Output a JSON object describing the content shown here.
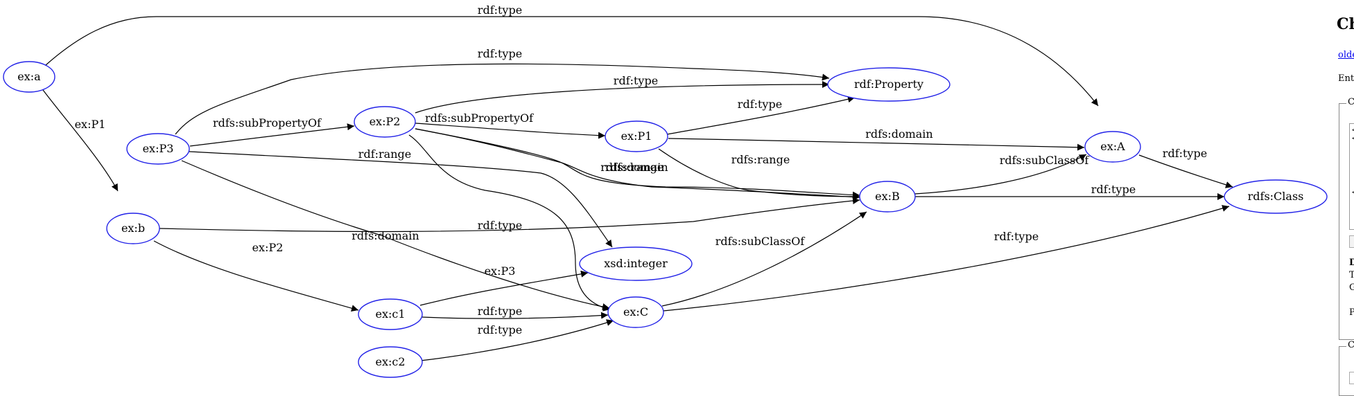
{
  "graph": {
    "nodes": [
      {
        "id": "a",
        "label": "ex:a"
      },
      {
        "id": "b",
        "label": "ex:b"
      },
      {
        "id": "P3",
        "label": "ex:P3"
      },
      {
        "id": "P2",
        "label": "ex:P2"
      },
      {
        "id": "P1",
        "label": "ex:P1"
      },
      {
        "id": "Property",
        "label": "rdf:Property"
      },
      {
        "id": "integer",
        "label": "xsd:integer"
      },
      {
        "id": "c1",
        "label": "ex:c1"
      },
      {
        "id": "c2",
        "label": "ex:c2"
      },
      {
        "id": "C",
        "label": "ex:C"
      },
      {
        "id": "B",
        "label": "ex:B"
      },
      {
        "id": "A",
        "label": "ex:A"
      },
      {
        "id": "Class",
        "label": "rdfs:Class"
      }
    ],
    "edges": [
      {
        "from": "a",
        "to": "A",
        "label": "rdf:type"
      },
      {
        "from": "a",
        "to": "b",
        "label": "ex:P1"
      },
      {
        "from": "P3",
        "to": "Property",
        "label": "rdf:type"
      },
      {
        "from": "P2",
        "to": "Property",
        "label": "rdf:type"
      },
      {
        "from": "P1",
        "to": "Property",
        "label": "rdf:type"
      },
      {
        "from": "P3",
        "to": "P2",
        "label": "rdfs:subPropertyOf"
      },
      {
        "from": "P2",
        "to": "P1",
        "label": "rdfs:subPropertyOf"
      },
      {
        "from": "P3",
        "to": "integer",
        "label": "rdf:range"
      },
      {
        "from": "P2",
        "to": "integer",
        "label": "rdfs:range"
      },
      {
        "from": "P2",
        "to": "B",
        "label": "rdfs:domain"
      },
      {
        "from": "P2",
        "to": "C",
        "label": ""
      },
      {
        "from": "P3",
        "to": "C",
        "label": "rdfs:domain"
      },
      {
        "from": "P1",
        "to": "A",
        "label": "rdfs:domain"
      },
      {
        "from": "P1",
        "to": "B",
        "label": "rdfs:range"
      },
      {
        "from": "B",
        "to": "A",
        "label": "rdfs:subClassOf"
      },
      {
        "from": "A",
        "to": "Class",
        "label": "rdf:type"
      },
      {
        "from": "B",
        "to": "Class",
        "label": "rdf:type"
      },
      {
        "from": "b",
        "to": "B",
        "label": "rdf:type"
      },
      {
        "from": "b",
        "to": "c1",
        "label": "ex:P2"
      },
      {
        "from": "c1",
        "to": "integer",
        "label": "ex:P3"
      },
      {
        "from": "c1",
        "to": "C",
        "label": "rdf:type"
      },
      {
        "from": "c2",
        "to": "C",
        "label": "rdf:type"
      },
      {
        "from": "C",
        "to": "B",
        "label": "rdfs:subClassOf"
      },
      {
        "from": "C",
        "to": "Class",
        "label": "rdf:type"
      }
    ]
  },
  "side_panel": {
    "title": "Ch",
    "link": "olde",
    "text": "Ente",
    "fieldset_legend": "C",
    "textarea_lines": [
      "<",
      "<",
      "<"
    ],
    "info_lines": [
      "D",
      "T",
      "G",
      "P"
    ],
    "fieldset2_legend": "C"
  },
  "colors": {
    "node_stroke": "#2323e8",
    "edge": "#000000",
    "link": "#0000ee"
  }
}
